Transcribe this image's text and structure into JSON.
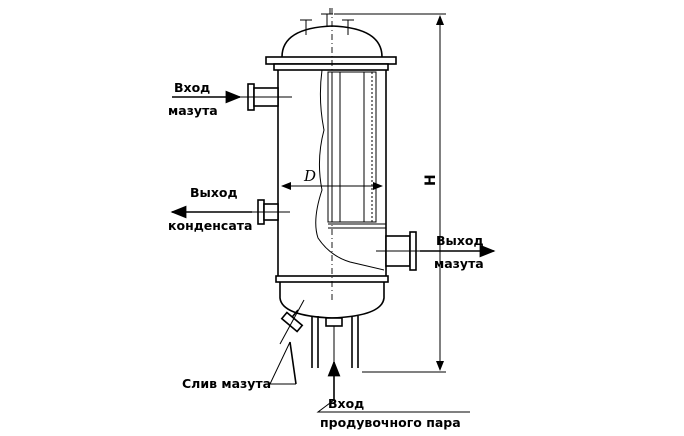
{
  "labels": {
    "inlet_line1": "Вход",
    "inlet_line2": "мазута",
    "condensate_line1": "Выход",
    "condensate_line2": "конденсата",
    "outlet_line1": "Выход",
    "outlet_line2": "мазута",
    "drain": "Слив мазута",
    "steam_line1": "Вход",
    "steam_line2": "продувочного пара",
    "dim_diameter": "D",
    "dim_height": "H"
  }
}
